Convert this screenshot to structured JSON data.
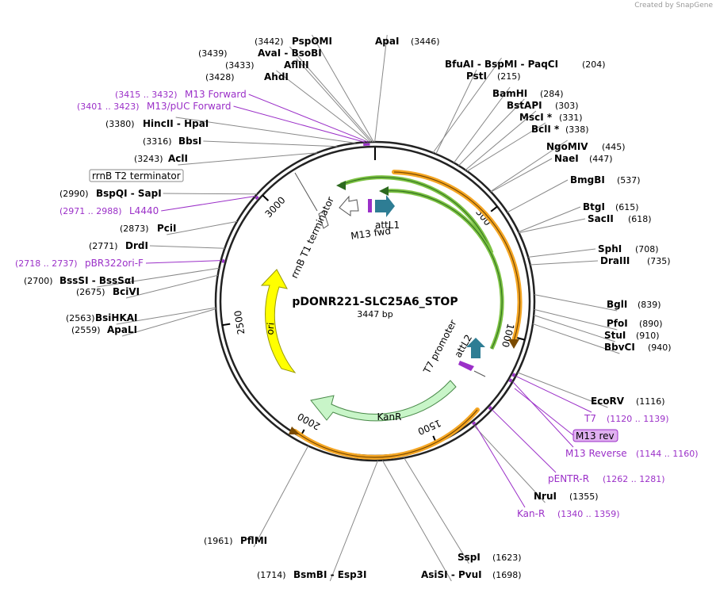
{
  "credit": "Created by SnapGene",
  "plasmid": {
    "name": "pDONR221-SLC25A6_STOP",
    "length_label": "3447 bp",
    "total_bp": 3447
  },
  "colors": {
    "purple": "#9b30c8",
    "yellow": "#ffff00",
    "orange": "#f5a623",
    "green": "#7cc242",
    "teal": "#2e7d94",
    "light_green": "#c8f5c8"
  },
  "ticks": [
    "500",
    "1000",
    "1500",
    "2000",
    "2500",
    "3000"
  ],
  "sites": [
    {
      "name": "ApaI",
      "pos": "(3446)",
      "bp": 3446
    },
    {
      "name": "PspOMI",
      "pos": "(3442)",
      "bp": 3442
    },
    {
      "name": "AvaI  -  BsoBI",
      "pos": "(3439)",
      "bp": 3439
    },
    {
      "name": "AflIII",
      "pos": "(3433)",
      "bp": 3433
    },
    {
      "name": "AhdI",
      "pos": "(3428)",
      "bp": 3428
    },
    {
      "name": "HincII  -  HpaI",
      "pos": "(3380)",
      "bp": 3380
    },
    {
      "name": "BbsI",
      "pos": "(3316)",
      "bp": 3316
    },
    {
      "name": "AclI",
      "pos": "(3243)",
      "bp": 3243
    },
    {
      "name": "BspQI  -  SapI",
      "pos": "(2990)",
      "bp": 2990
    },
    {
      "name": "PciI",
      "pos": "(2873)",
      "bp": 2873
    },
    {
      "name": "DrdI",
      "pos": "(2771)",
      "bp": 2771
    },
    {
      "name": "BssSI  -  BssSαI",
      "pos": "(2700)",
      "bp": 2700
    },
    {
      "name": "BciVI",
      "pos": "(2675)",
      "bp": 2675
    },
    {
      "name": "BsiHKAI",
      "pos": "(2563)",
      "bp": 2563
    },
    {
      "name": "ApaLI",
      "pos": "(2559)",
      "bp": 2559
    },
    {
      "name": "PflMI",
      "pos": "(1961)",
      "bp": 1961
    },
    {
      "name": "BsmBI  -  Esp3I",
      "pos": "(1714)",
      "bp": 1714
    },
    {
      "name": "AsiSI  -  PvuI",
      "pos": "(1698)",
      "bp": 1698
    },
    {
      "name": "SspI",
      "pos": "(1623)",
      "bp": 1623
    },
    {
      "name": "NruI",
      "pos": "(1355)",
      "bp": 1355
    },
    {
      "name": "EcoRV",
      "pos": "(1116)",
      "bp": 1116
    },
    {
      "name": "BbvCI",
      "pos": "(940)",
      "bp": 940
    },
    {
      "name": "StuI",
      "pos": "(910)",
      "bp": 910
    },
    {
      "name": "PfoI",
      "pos": "(890)",
      "bp": 890
    },
    {
      "name": "BglI",
      "pos": "(839)",
      "bp": 839
    },
    {
      "name": "DraIII",
      "pos": "(735)",
      "bp": 735
    },
    {
      "name": "SphI",
      "pos": "(708)",
      "bp": 708
    },
    {
      "name": "SacII",
      "pos": "(618)",
      "bp": 618
    },
    {
      "name": "BtgI",
      "pos": "(615)",
      "bp": 615
    },
    {
      "name": "BmgBI",
      "pos": "(537)",
      "bp": 537
    },
    {
      "name": "NaeI",
      "pos": "(447)",
      "bp": 447
    },
    {
      "name": "NgoMIV",
      "pos": "(445)",
      "bp": 445
    },
    {
      "name": "BclI *",
      "pos": "(338)",
      "bp": 338
    },
    {
      "name": "MscI *",
      "pos": "(331)",
      "bp": 331
    },
    {
      "name": "BstAPI",
      "pos": "(303)",
      "bp": 303
    },
    {
      "name": "BamHI",
      "pos": "(284)",
      "bp": 284
    },
    {
      "name": "PstI",
      "pos": "(215)",
      "bp": 215
    },
    {
      "name": "BfuAI  -  BspMI  -  PaqCI",
      "pos": "(204)",
      "bp": 204
    }
  ],
  "primers": [
    {
      "name": "M13 Forward",
      "range": "(3415 .. 3432)",
      "bp": 3423
    },
    {
      "name": "M13/pUC Forward",
      "range": "(3401 .. 3423)",
      "bp": 3412
    },
    {
      "name": "L4440",
      "range": "(2971 .. 2988)",
      "bp": 2980
    },
    {
      "name": "pBR322ori-F",
      "range": "(2718 .. 2737)",
      "bp": 2727
    },
    {
      "name": "T7",
      "range": "(1120 .. 1139)",
      "bp": 1130
    },
    {
      "name": "M13 Reverse",
      "range": "(1144 .. 1160)",
      "bp": 1152
    },
    {
      "name": "pENTR-R",
      "range": "(1262 .. 1281)",
      "bp": 1272
    },
    {
      "name": "Kan-R",
      "range": "(1340 .. 1359)",
      "bp": 1350
    }
  ],
  "boxed_labels": {
    "rrnb_t2": "rrnB T2 terminator",
    "m13_rev": "M13 rev"
  },
  "features": {
    "rrnb_t1": "rrnB T1 terminator",
    "m13_fwd": "M13 fwd",
    "attl1": "attL1",
    "attl2": "attL2",
    "t7_promoter": "T7 promoter",
    "ori": "ori",
    "kanr": "KanR"
  }
}
